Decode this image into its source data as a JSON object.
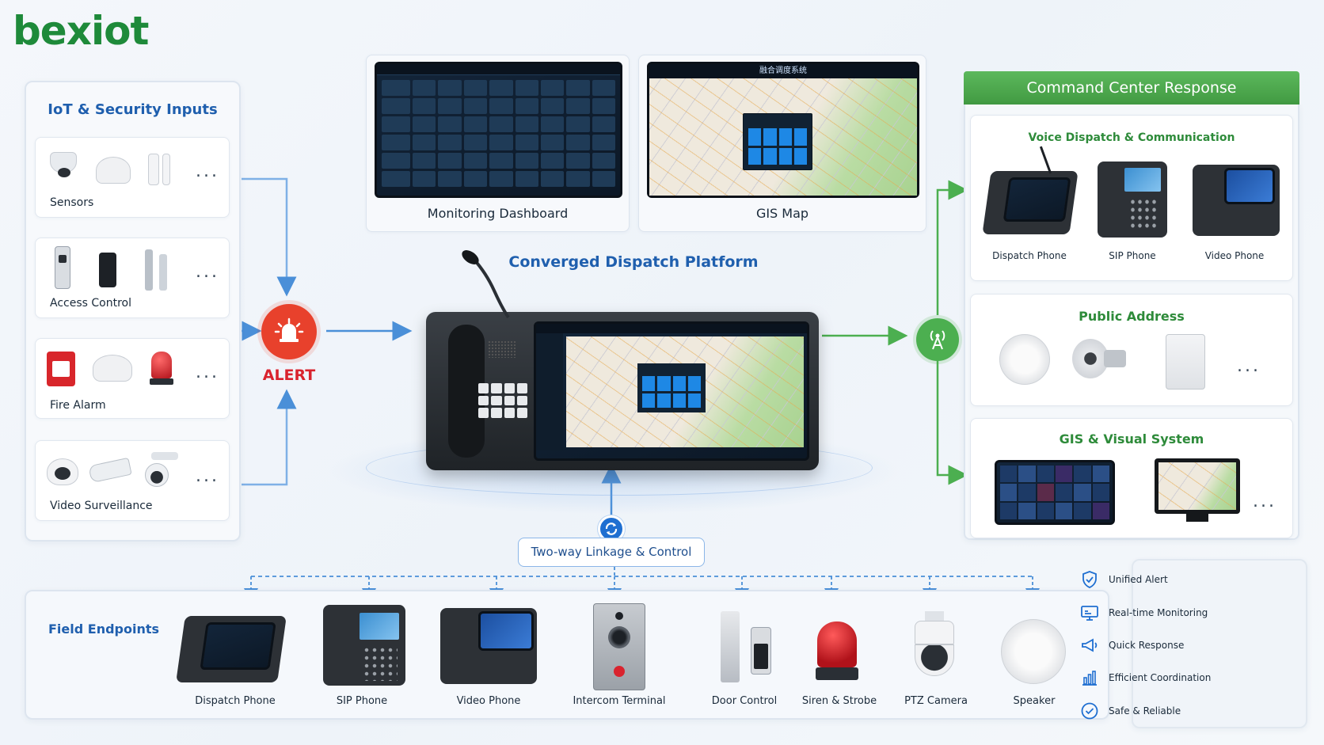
{
  "brand": {
    "logo_text": "bexiot",
    "green": "#1e8a3a",
    "red": "#d9232e",
    "blue": "#1f5fae"
  },
  "inputs": {
    "title": "IoT & Security Inputs",
    "groups": [
      {
        "label": "Sensors",
        "more": "..."
      },
      {
        "label": "Access Control",
        "more": "..."
      },
      {
        "label": "Fire Alarm",
        "more": "..."
      },
      {
        "label": "Video Surveillance",
        "more": "..."
      }
    ]
  },
  "alert": {
    "label": "ALERT",
    "icon": "alarm-siren-icon"
  },
  "top_screens": [
    {
      "label": "Monitoring Dashboard"
    },
    {
      "label": "GIS Map",
      "screen_title": "融合调度系统"
    }
  ],
  "platform": {
    "title": "Converged Dispatch Platform"
  },
  "linkage": {
    "label": "Two-way Linkage & Control",
    "icon": "sync-icon"
  },
  "response": {
    "title": "Command Center Response",
    "sections": [
      {
        "title": "Voice Dispatch & Communication",
        "items": [
          "Dispatch Phone",
          "SIP Phone",
          "Video Phone"
        ]
      },
      {
        "title": "Public Address",
        "more": "..."
      },
      {
        "title": "GIS & Visual System",
        "more": "..."
      }
    ]
  },
  "field": {
    "title": "Field Endpoints",
    "items": [
      "Dispatch Phone",
      "SIP Phone",
      "Video Phone",
      "Intercom Terminal",
      "Door Control",
      "Siren & Strobe",
      "PTZ Camera",
      "Speaker"
    ]
  },
  "features": [
    {
      "label": "Unified Alert",
      "icon": "shield-check-icon"
    },
    {
      "label": "Real-time Monitoring",
      "icon": "monitor-icon"
    },
    {
      "label": "Quick Response",
      "icon": "megaphone-icon"
    },
    {
      "label": "Efficient Coordination",
      "icon": "bar-chart-icon"
    },
    {
      "label": "Safe & Reliable",
      "icon": "check-circle-icon"
    }
  ]
}
